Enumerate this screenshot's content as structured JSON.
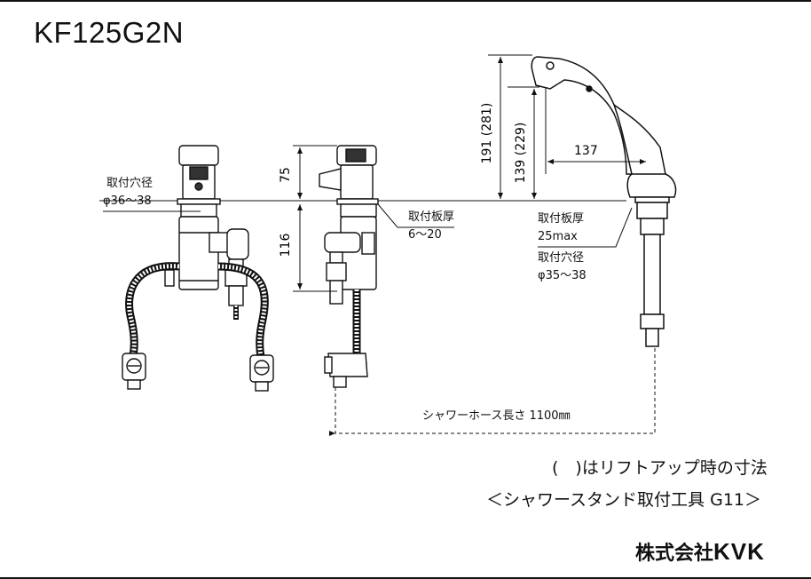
{
  "header": {
    "model": "KF125G2N"
  },
  "labels": {
    "mount_hole_left_line1": "取付穴径",
    "mount_hole_left_line2": "φ36～38",
    "plate_thickness_mid_line1": "取付板厚",
    "plate_thickness_mid_line2": "6～20",
    "plate_thickness_right_line1": "取付板厚",
    "plate_thickness_right_line2": "25max",
    "mount_hole_right_line1": "取付穴径",
    "mount_hole_right_line2": "φ35～38",
    "hose_length": "シャワーホース長さ 1100㎜"
  },
  "dimensions": {
    "upper_height": "75",
    "lower_height": "116",
    "spout_height": "191 (281)",
    "outlet_height": "139 (229)",
    "reach": "137"
  },
  "notes": {
    "lift_up_note": "(　)はリフトアップ時の寸法",
    "tool_note": "＜シャワースタンド取付工具 G11＞"
  },
  "footer": {
    "company_prefix": "株式会社",
    "company_logo": "KVK"
  }
}
